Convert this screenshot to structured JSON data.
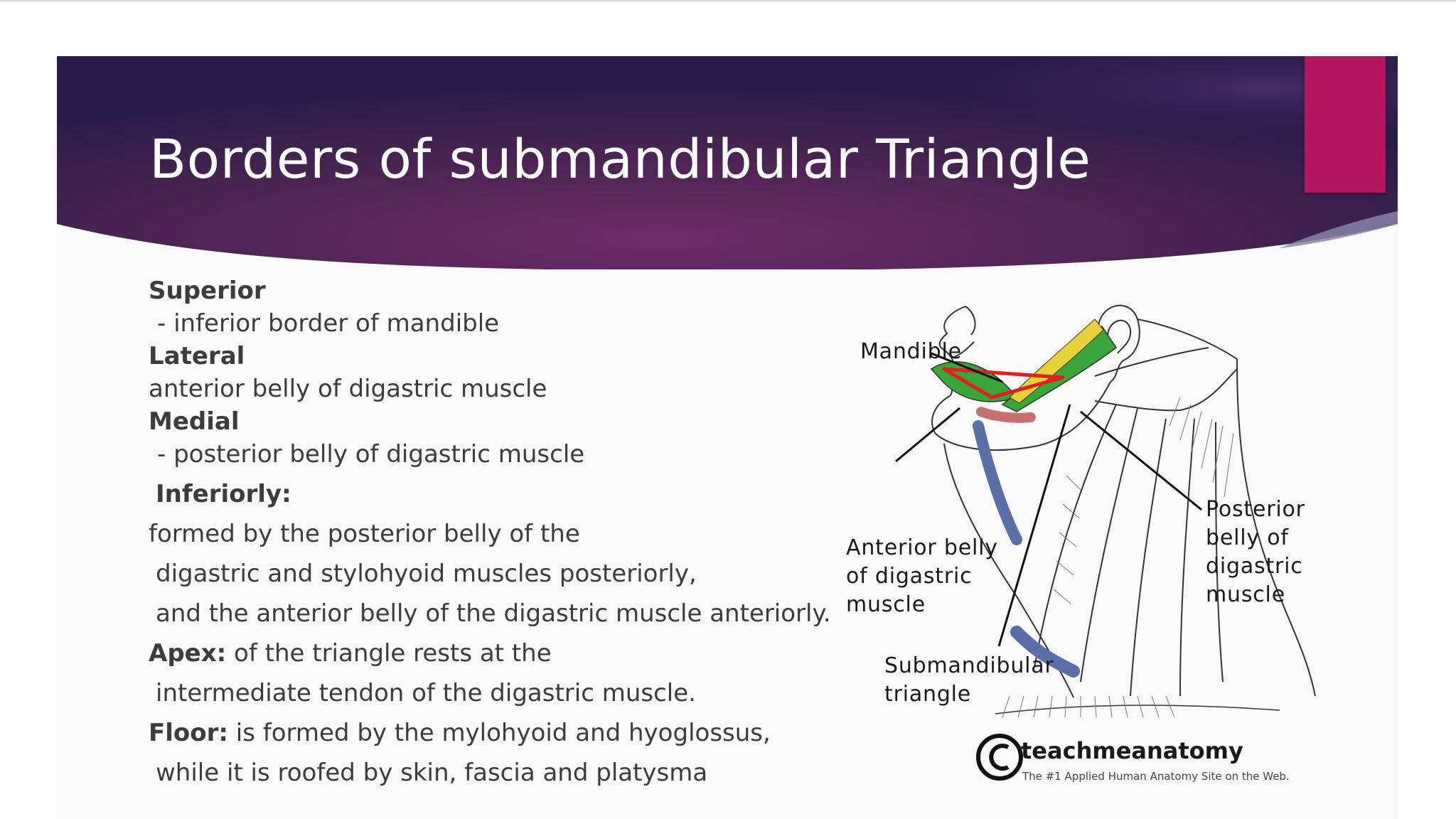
{
  "slide": {
    "title": "Borders of submandibular Triangle",
    "colors": {
      "banner_dark": "#2c1a4a",
      "banner_mid": "#6a2b68",
      "accent": "#b5175f",
      "text": "#3c3c3c"
    }
  },
  "content": {
    "superior_heading": "Superior",
    "superior_text": "- inferior border of mandible",
    "lateral_heading": "Lateral",
    "lateral_text": "anterior belly of digastric muscle",
    "medial_heading": "Medial",
    "medial_text": "- posterior belly of digastric muscle",
    "inferiorly_heading": "Inferiorly:",
    "inferiorly_line1": "formed by the posterior belly of the",
    "inferiorly_line2": "digastric and stylohyoid muscles posteriorly,",
    "inferiorly_line3": "and the anterior belly of the digastric muscle anteriorly.",
    "apex_heading": "Apex:",
    "apex_line1": " of the triangle rests at the",
    "apex_line2": "intermediate tendon of the digastric muscle.",
    "floor_heading": "Floor:",
    "floor_line1": " is formed by the mylohyoid and hyoglossus,",
    "floor_line2": "while it is roofed by skin, fascia and platysma"
  },
  "figure": {
    "labels": {
      "mandible": "Mandible",
      "anterior_belly": "Anterior belly\nof digastric\nmuscle",
      "submandibular": "Submandibular\ntriangle",
      "posterior_belly": "Posterior\nbelly of\ndigastric\nmuscle"
    },
    "brand": "teachmeanatomy",
    "tagline": "The #1 Applied Human Anatomy Site on the Web.",
    "colors": {
      "triangle": "#e02020",
      "anterior_muscle": "#3aa53a",
      "posterior_muscle": "#e8d23a",
      "vessel": "#5a6fa8",
      "hyoid": "#c87070"
    }
  }
}
